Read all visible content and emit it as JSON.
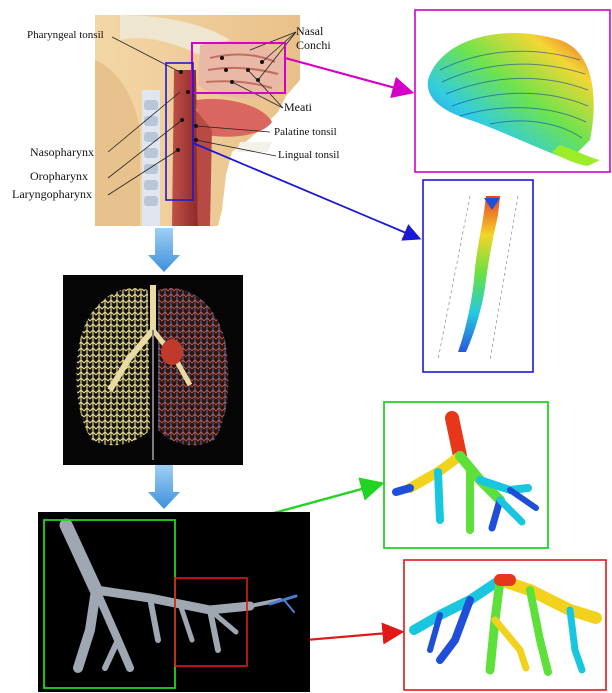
{
  "labels": {
    "pharyngeal_tonsil": "Pharyngeal tonsil",
    "nasal_conchi": "Nasal\nConchi",
    "meati": "Meati",
    "palatine_tonsil": "Palatine tonsil",
    "lingual_tonsil": "Lingual tonsil",
    "nasopharynx": "Nasopharynx",
    "oropharynx": "Oropharynx",
    "laryngopharynx": "Laryngopharynx"
  },
  "colors": {
    "magenta": "#d400c8",
    "blue": "#1a1ad6",
    "green": "#22d422",
    "red": "#e01818",
    "flow_arrow": "#5aa9e6"
  }
}
